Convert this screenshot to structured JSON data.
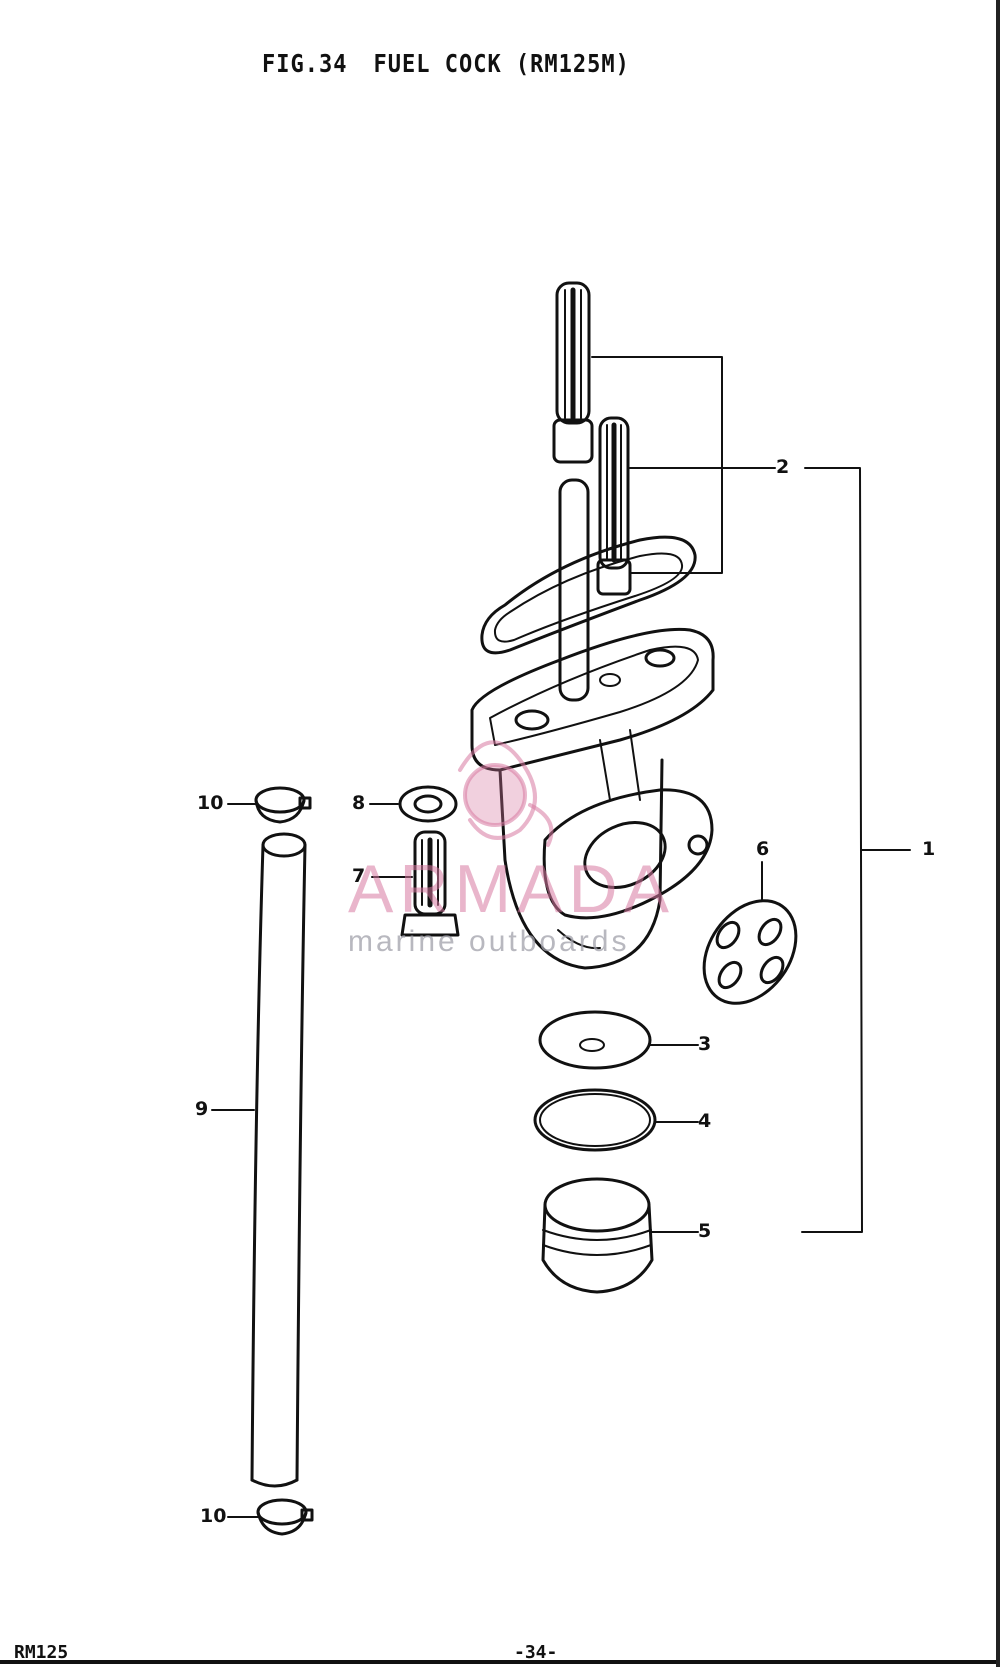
{
  "figure": {
    "title_fig": "FIG.34",
    "title_name": "FUEL COCK (RM125M)"
  },
  "callouts": {
    "c1": "1",
    "c2": "2",
    "c3": "3",
    "c4": "4",
    "c5": "5",
    "c6": "6",
    "c7": "7",
    "c8": "8",
    "c9": "9",
    "c10a": "10",
    "c10b": "10"
  },
  "footer": {
    "model": "RM125",
    "page": "-34-"
  },
  "watermark": {
    "brand": "ARMADA",
    "tagline": "marine outboards",
    "color": "#d778a0"
  }
}
